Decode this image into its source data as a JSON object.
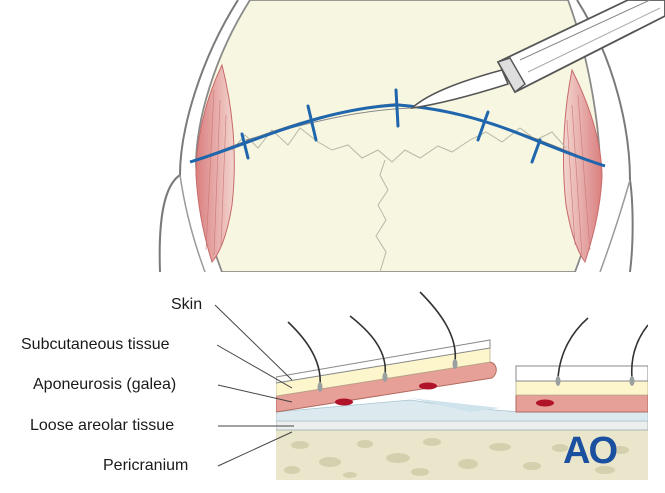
{
  "labels": {
    "skin": "Skin",
    "subcutaneous": "Subcutaneous tissue",
    "aponeurosis": "Aponeurosis (galea)",
    "loose_areolar": "Loose areolar tissue",
    "pericranium": "Pericranium"
  },
  "logo": "AO",
  "colors": {
    "skull": "#f7f6e1",
    "skin": "#fdf6cc",
    "galea": "#e6a097",
    "bone": "#e9e6cc",
    "incision": "#2066ad",
    "brand": "#1b4fa0"
  }
}
